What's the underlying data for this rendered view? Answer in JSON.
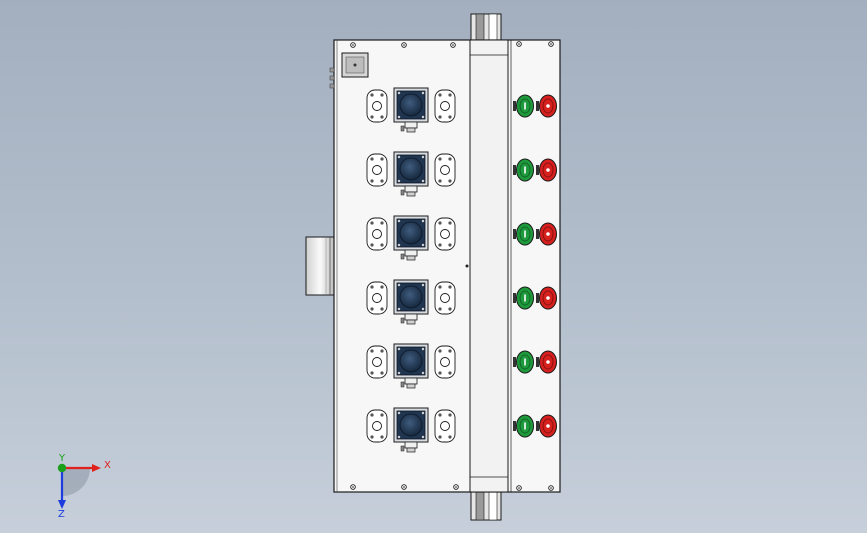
{
  "scene": {
    "background_top": "#a3afbf",
    "background_bottom": "#c6cfda",
    "panel_fill": "#f7f7f7",
    "outline": "#1a1a1a",
    "motor_color": "#1f3550",
    "green_button": "#1e9a3c",
    "red_button": "#d5201e"
  },
  "assembly": {
    "station_count": 6,
    "button_pair_count": 6
  },
  "triad": {
    "x_label": "X",
    "y_label": "Y",
    "z_label": "Z",
    "x_color": "#e0201c",
    "y_color": "#1ca01c",
    "z_color": "#1c3ce0"
  }
}
